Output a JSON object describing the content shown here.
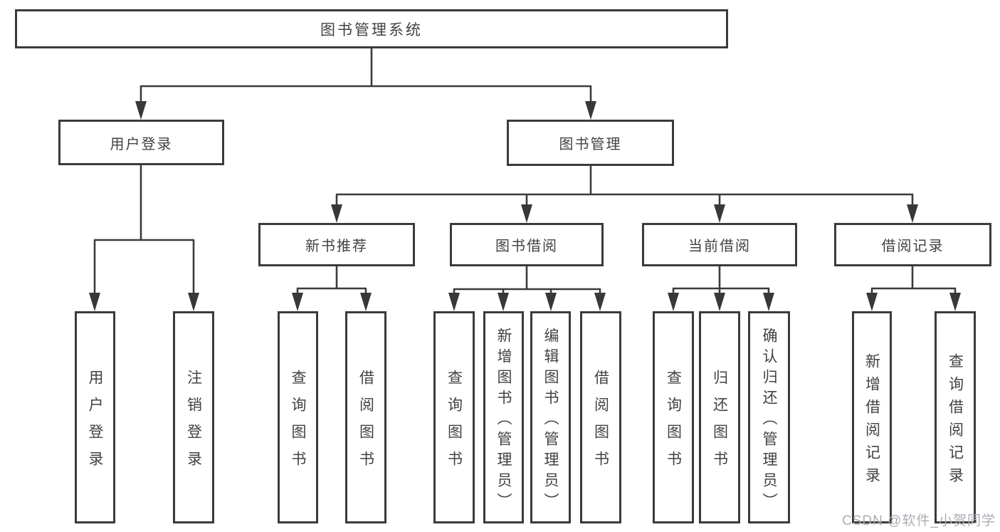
{
  "diagram": {
    "root": {
      "label": "图书管理系统"
    },
    "level1": [
      {
        "label": "用户登录"
      },
      {
        "label": "图书管理"
      }
    ],
    "level2": [
      {
        "label": "新书推荐"
      },
      {
        "label": "图书借阅"
      },
      {
        "label": "当前借阅"
      },
      {
        "label": "借阅记录"
      }
    ],
    "leaves": {
      "login": [
        "用户登录",
        "注销登录"
      ],
      "new_books": [
        "查询图书",
        "借阅图书"
      ],
      "borrow": [
        "查询图书",
        "新增图书（管理员）",
        "编辑图书（管理员）",
        "借阅图书"
      ],
      "current": [
        "查询图书",
        "归还图书",
        "确认归还（管理员）"
      ],
      "records": [
        "新增借阅记录",
        "查询借阅记录"
      ]
    }
  },
  "watermark": "CSDN @软件_小贺同学",
  "colors": {
    "line": "#3b3b3b",
    "box_border": "#3b3b3b",
    "text": "#424242",
    "watermark": "#a9adb3",
    "background": "#ffffff"
  }
}
